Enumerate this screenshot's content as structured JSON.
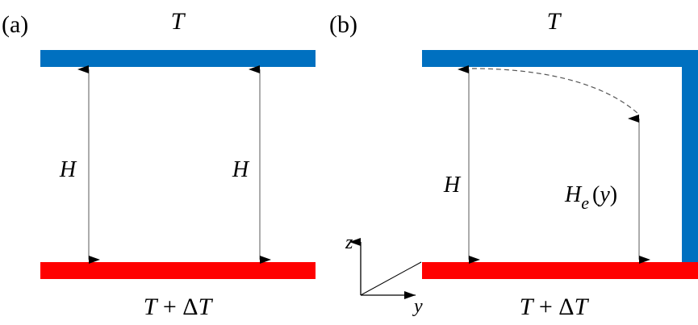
{
  "figure": {
    "panel_a": {
      "label": "(a)",
      "top_plate_label": "T",
      "bottom_plate_label": "T + ΔT",
      "height_labels": [
        "H",
        "H"
      ]
    },
    "panel_b": {
      "label": "(b)",
      "top_plate_label": "T",
      "bottom_plate_label": "T + ΔT",
      "height_label": "H",
      "effective_height_label_main": "H",
      "effective_height_label_sub": "e",
      "effective_height_label_arg": "(y)",
      "axis_labels": {
        "z": "z",
        "y": "y"
      }
    },
    "colors": {
      "cold_plate": "#0070c0",
      "hot_plate": "#ff0000",
      "arrow": "#000000",
      "line": "#7f7f7f"
    }
  }
}
